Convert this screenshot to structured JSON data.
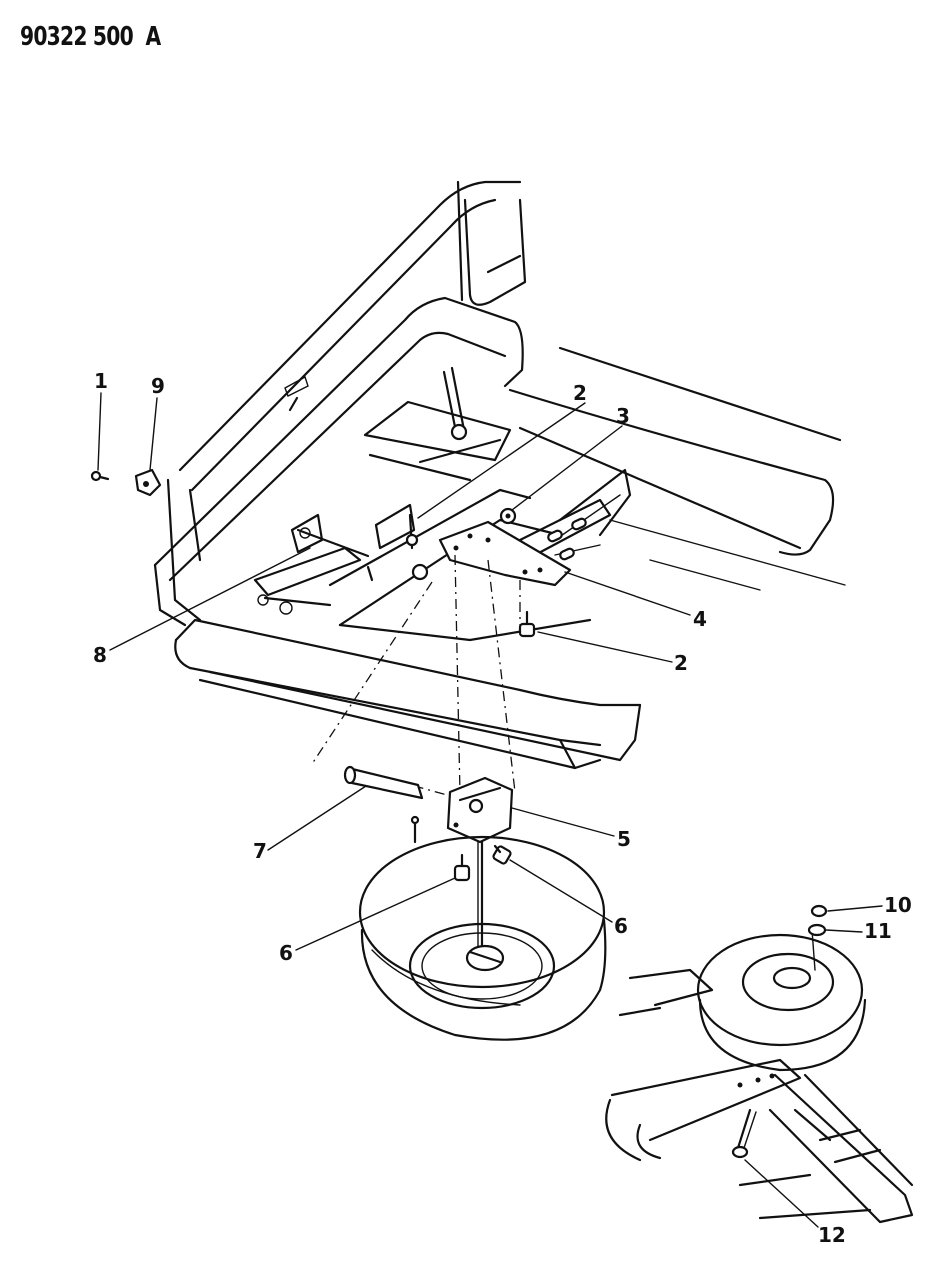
{
  "document_id": "90322 500  A",
  "callouts": [
    "1",
    "9",
    "2",
    "3",
    "4",
    "2",
    "8",
    "7",
    "5",
    "6",
    "6",
    "10",
    "11",
    "12"
  ]
}
